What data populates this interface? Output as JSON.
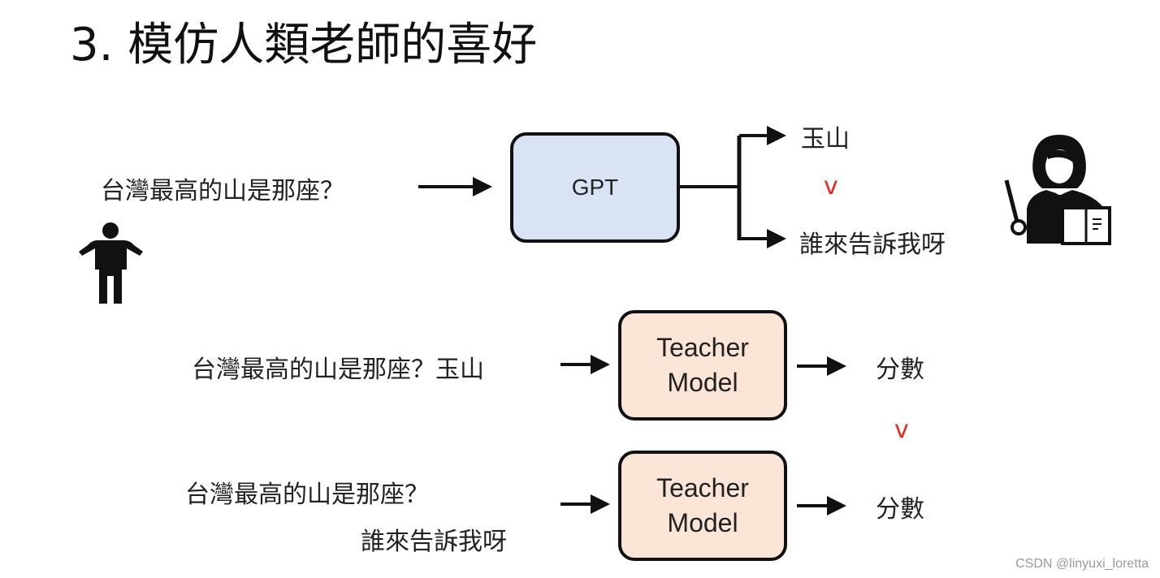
{
  "title": "3. 模仿人類老師的喜好",
  "top": {
    "question": "台灣最高的山是那座？",
    "model": "GPT",
    "answer_good": "玉山",
    "comparison": "v",
    "answer_bad": "誰來告訴我呀"
  },
  "row1": {
    "input": "台灣最高的山是那座？玉山",
    "model_line1": "Teacher",
    "model_line2": "Model",
    "output": "分數"
  },
  "comparison2": "v",
  "row2": {
    "input_line1": "台灣最高的山是那座？",
    "input_line2": "誰來告訴我呀",
    "model_line1": "Teacher",
    "model_line2": "Model",
    "output": "分數"
  },
  "watermark": "CSDN @linyuxi_loretta",
  "colors": {
    "gpt_fill": "#dae3f3",
    "teacher_fill": "#fbe5d6",
    "accent_red": "#e8281e"
  }
}
